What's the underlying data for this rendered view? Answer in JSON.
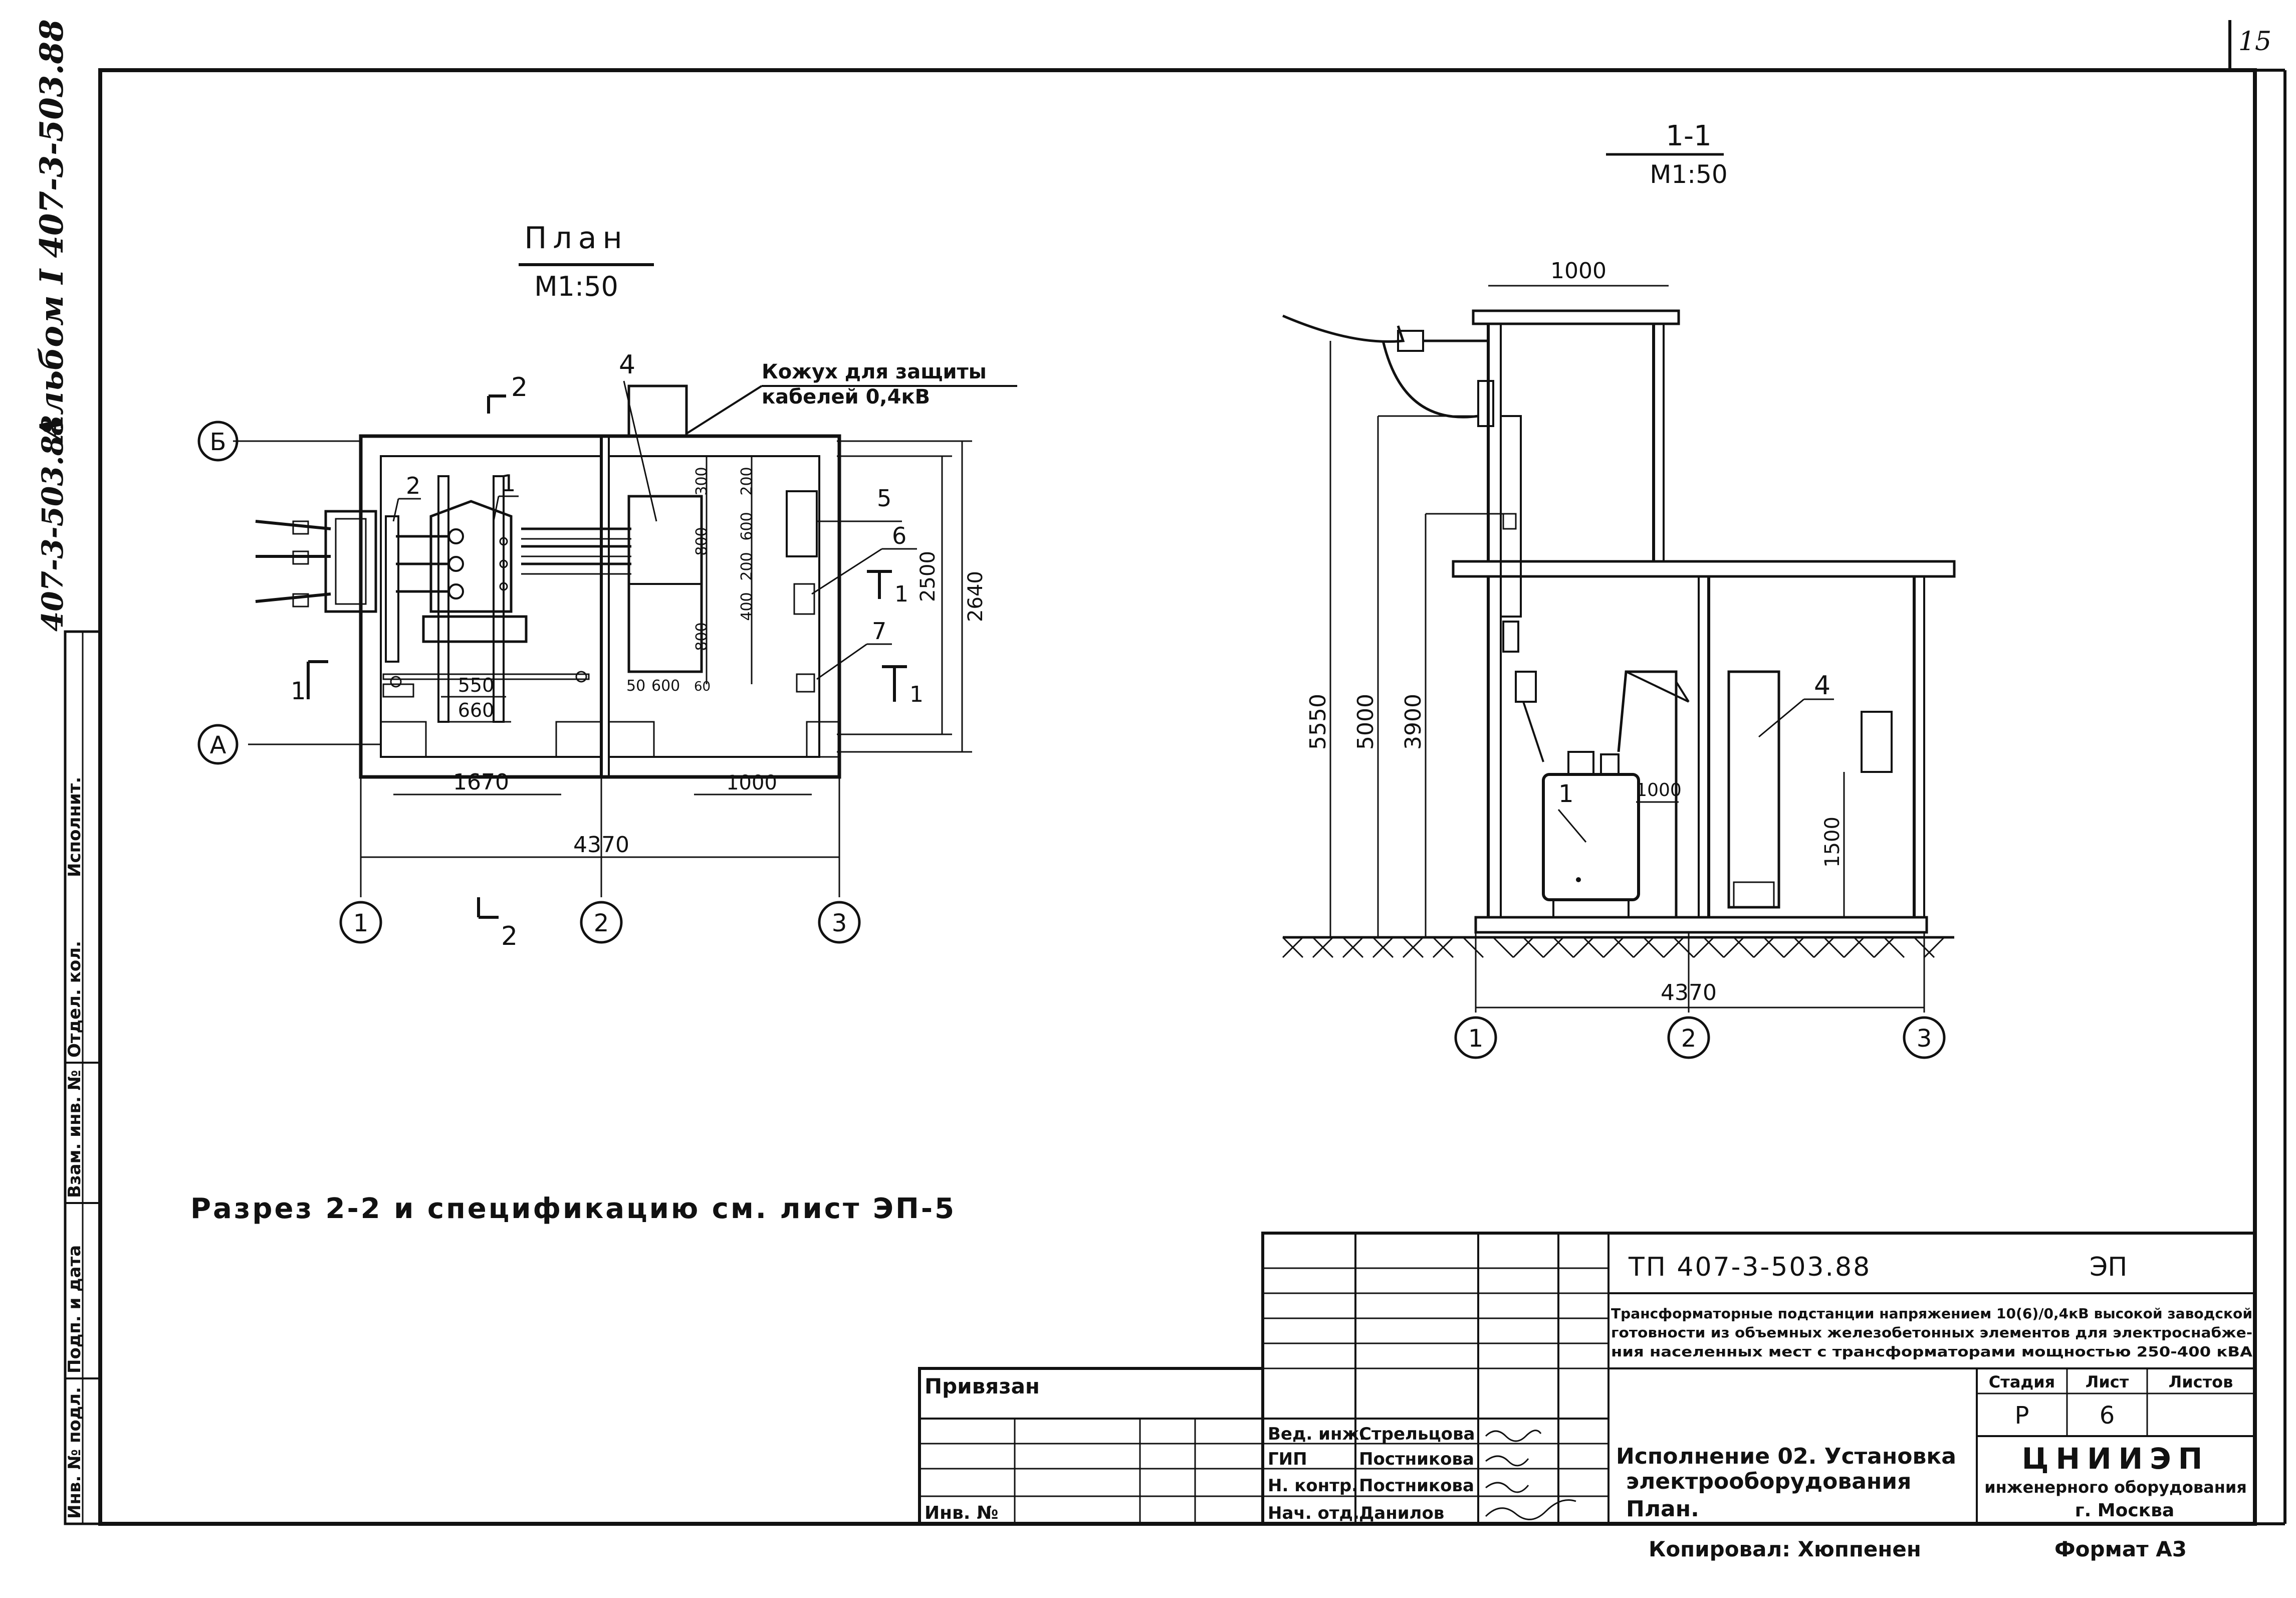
{
  "sheet": {
    "page_number": "15",
    "album_label": "Альбом I 407-3-503.88",
    "doc_code_side": "407-3-503.88",
    "side_stamp": {
      "rows": [
        "Инв. № подл.",
        "Подп. и дата",
        "Взам. инв. №",
        "Отдел. кол.",
        "Исполнит."
      ]
    },
    "note": "Разрез 2-2 и спецификацию см. лист ЭП-5",
    "copied_by": "Копировал: Хюппенен",
    "format": "Формат А3"
  },
  "plan": {
    "title": "План",
    "scale": "М1:50",
    "cover_note_line1": "Кожух для защиты",
    "cover_note_line2": "кабелей 0,4кВ",
    "section_mark": "2",
    "section_mark_side": "1",
    "axes_letters": [
      "Б",
      "А"
    ],
    "axes_numbers": [
      "1",
      "2",
      "3"
    ],
    "item_labels": [
      "4",
      "2",
      "1",
      "5",
      "6",
      "7"
    ],
    "dims": {
      "d550": "550",
      "d660": "660",
      "d1670": "1670",
      "d1000": "1000",
      "d4370": "4370",
      "d50": "50",
      "d600": "600",
      "d200a": "200",
      "d300": "300",
      "d600b": "600",
      "d200b": "200",
      "d400": "400",
      "d800a": "800",
      "d800b": "800",
      "d60": "60",
      "d2500": "2500",
      "d2640": "2640"
    }
  },
  "section": {
    "title": "1-1",
    "scale": "М1:50",
    "axes_numbers": [
      "1",
      "2",
      "3"
    ],
    "item_labels": [
      "1",
      "4"
    ],
    "dims": {
      "d1000_top": "1000",
      "d5550": "5550",
      "d5000": "5000",
      "d3900": "3900",
      "d1000_mid": "1000",
      "d1500": "1500",
      "d4370": "4370"
    }
  },
  "title_block": {
    "doc_number": "ТП 407-3-503.88",
    "section_code": "ЭП",
    "project_title": "Трансформаторные подстанции напряжением 10(6)/0,4кВ высокой заводской готовности из объемных железобетонных элементов для электроснабжения населенных мест с трансформаторами мощностью 250-400 кВА",
    "project_title_lines": [
      "Трансформаторные подстанции напряжением 10(6)/0,4кВ высокой заводской",
      "готовности из объемных железобетонных элементов для электроснабже-",
      "ния населенных мест с трансформаторами мощностью 250-400 кВА"
    ],
    "stage_header": "Стадия",
    "sheet_header": "Лист",
    "sheets_header": "Листов",
    "stage": "Р",
    "sheet": "6",
    "sheets": "",
    "sheet_name_lines": [
      "Исполнение 02. Установка",
      "электрооборудования",
      "План."
    ],
    "org_lines": [
      "ЦНИИЭП",
      "инженерного оборудования",
      "г. Москва"
    ],
    "bound": "Привязан",
    "inv_no": "Инв. №",
    "signers": [
      {
        "role": "Вед. инж.",
        "name": "Стрельцова"
      },
      {
        "role": "ГИП",
        "name": "Постникова"
      },
      {
        "role": "Н. контр.",
        "name": "Постникова"
      },
      {
        "role": "Нач. отд.",
        "name": "Данилов"
      }
    ]
  }
}
